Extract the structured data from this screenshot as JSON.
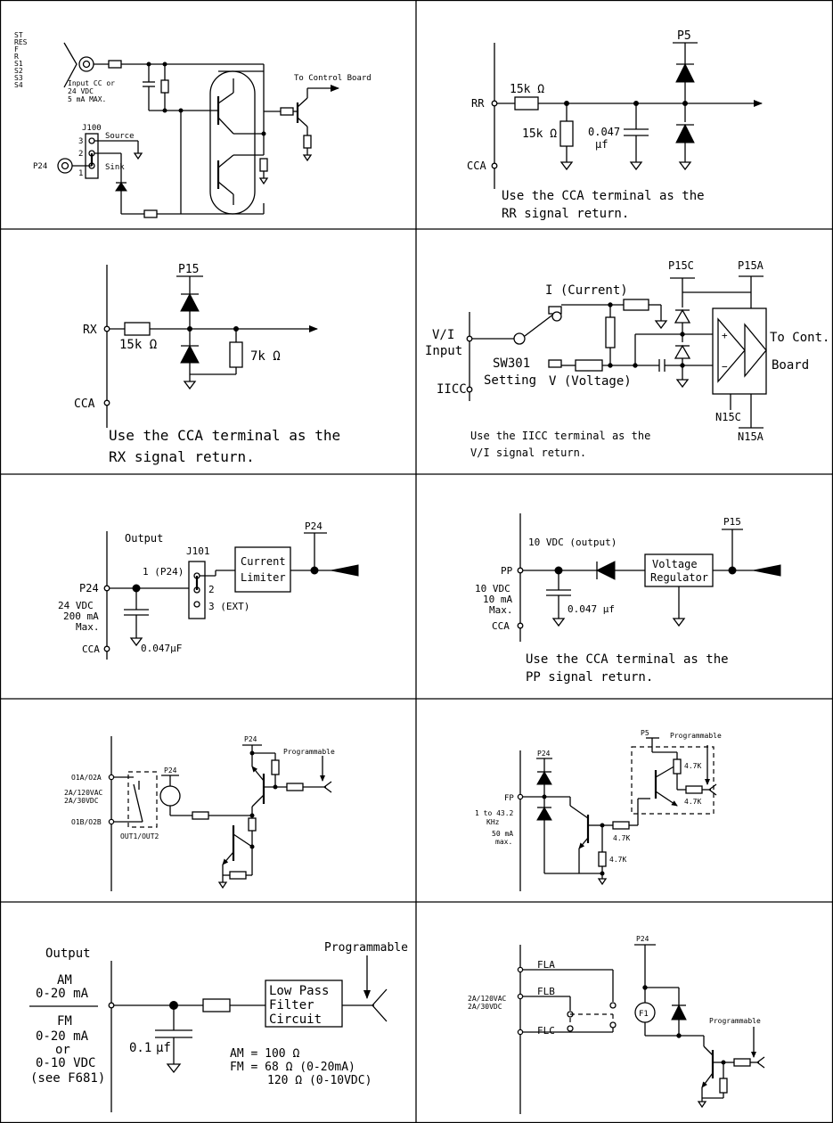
{
  "p1": {
    "labels": [
      "ST",
      "RES",
      "F",
      "R",
      "S1",
      "S2",
      "S3",
      "S4"
    ],
    "input_note": [
      "Input CC or",
      "24 VDC",
      "5 mA MAX."
    ],
    "to_control": "To Control Board",
    "j100": "J100",
    "pin3": "3",
    "pin2": "2",
    "pin1": "1",
    "source": "Source",
    "sink": "Sink",
    "p24": "P24"
  },
  "p2": {
    "p5": "P5",
    "r1": "15k Ω",
    "r2": "15k Ω",
    "c": "0.047",
    "cu": "μf",
    "rr": "RR",
    "cca": "CCA",
    "note1": "Use the CCA terminal as the",
    "note2": "RR signal return."
  },
  "p3": {
    "p15": "P15",
    "r1": "15k Ω",
    "r2": "7k Ω",
    "rx": "RX",
    "cca": "CCA",
    "note1": "Use the CCA terminal as the",
    "note2": "RX signal return."
  },
  "p4": {
    "p15c": "P15C",
    "p15a": "P15A",
    "n15c": "N15C",
    "n15a": "N15A",
    "current": "I (Current)",
    "voltage": "V (Voltage)",
    "vi1": "V/I",
    "vi2": "Input",
    "iicc": "IICC",
    "sw1": "SW301",
    "sw2": "Setting",
    "plus": "+",
    "minus": "−",
    "to1": "To Cont.",
    "to2": "Board",
    "note1": "Use the IICC terminal as the",
    "note2": "V/I signal return."
  },
  "p5": {
    "output": "Output",
    "p24top": "P24",
    "j101": "J101",
    "pin1": "1 (P24)",
    "pin2": "2",
    "pin3": "3 (EXT)",
    "limiter1": "Current",
    "limiter2": "Limiter",
    "p24": "P24",
    "v1": "24 VDC",
    "v2": "200 mA",
    "v3": "Max.",
    "c": "0.047μF",
    "cca": "CCA"
  },
  "p6": {
    "p15": "P15",
    "out": "10 VDC (output)",
    "reg1": "Voltage",
    "reg2": "Regulator",
    "pp": "PP",
    "v1": "10 VDC",
    "v2": "10 mA",
    "v3": "Max.",
    "c": "0.047 μf",
    "cca": "CCA",
    "note1": "Use the CCA terminal as the",
    "note2": "PP signal return."
  },
  "p7": {
    "p24a": "P24",
    "p24b": "P24",
    "prog": "Programmable",
    "o1": "O1A/O2A",
    "r1": "2A/120VAC",
    "r2": "2A/30VDC",
    "o2": "O1B/O2B",
    "out": "OUT1/OUT2"
  },
  "p8": {
    "p5": "P5",
    "prog": "Programmable",
    "p24": "P24",
    "fp": "FP",
    "f1": "1 to 43.2",
    "f2": "KHz",
    "m1": "50 mA",
    "m2": "max.",
    "r47a": "4.7K",
    "r47b": "4.7K",
    "r47c": "4.7K",
    "r47d": "4.7K"
  },
  "p9": {
    "output": "Output",
    "am": "AM",
    "am_r": "0-20 mA",
    "fm": "FM",
    "fm_r": "0-20 mA",
    "or": "or",
    "fm_v": "0-10 VDC",
    "see": "(see F681)",
    "c": "0.1",
    "cu": "μf",
    "lpf1": "Low Pass",
    "lpf2": "Filter",
    "lpf3": "Circuit",
    "prog": "Programmable",
    "am_eq": "AM = 100 Ω",
    "fm_eq": "FM = 68 Ω (0-20mA)",
    "fm_eq2": "120 Ω (0-10VDC)"
  },
  "p10": {
    "p24": "P24",
    "fla": "FLA",
    "flb": "FLB",
    "flc": "FLC",
    "r1": "2A/120VAC",
    "r2": "2A/30VDC",
    "f1": "F1",
    "prog": "Programmable"
  }
}
